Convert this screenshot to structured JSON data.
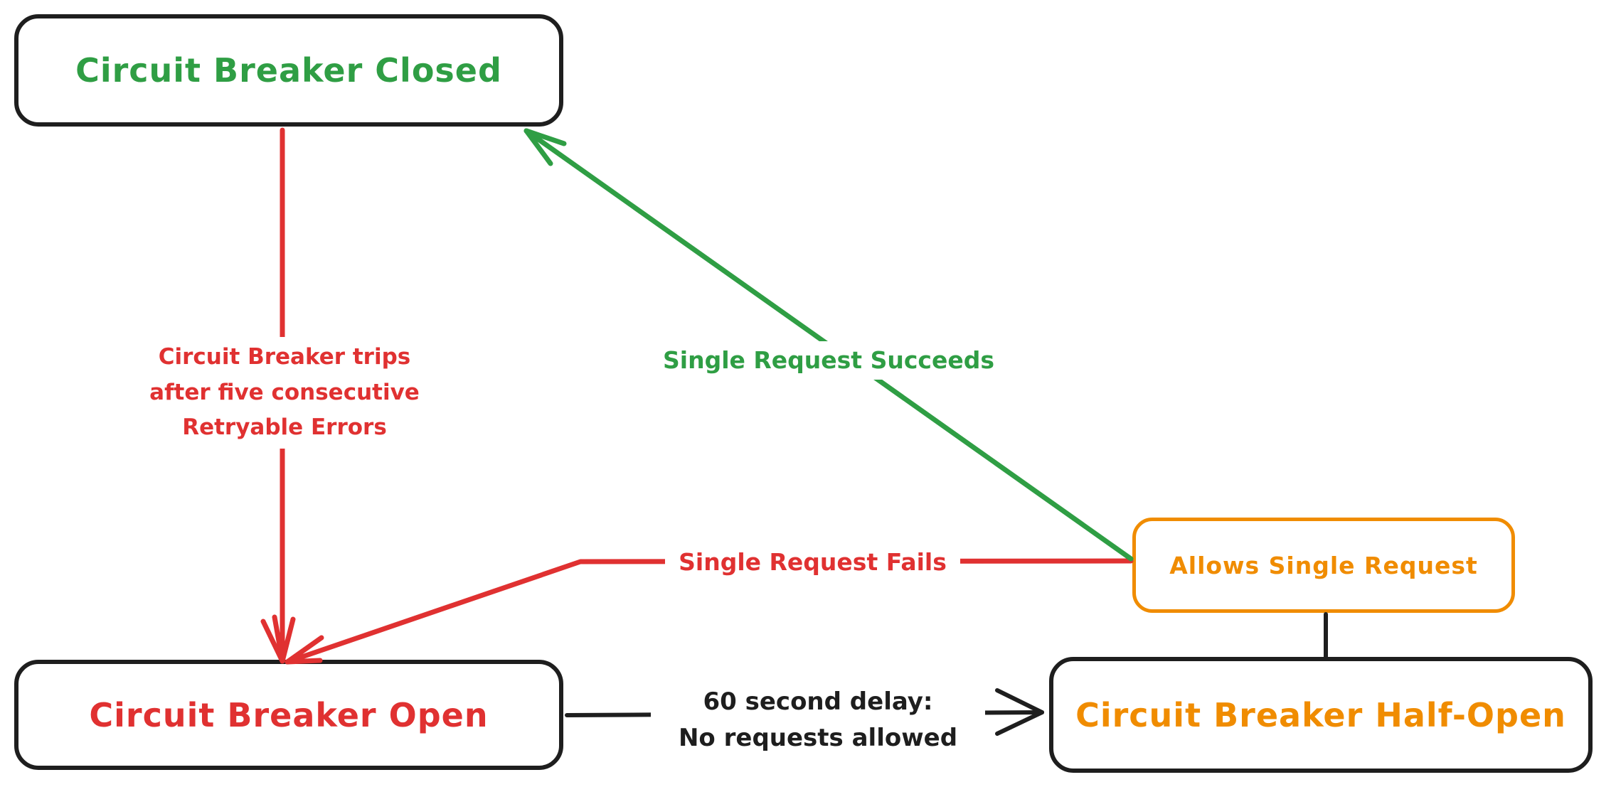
{
  "diagram": {
    "type": "state-diagram",
    "subject": "Circuit Breaker pattern states",
    "palette": {
      "green": "#2f9e44",
      "red": "#e03131",
      "orange": "#f08c00",
      "black": "#1e1e1e",
      "background": "#ffffff"
    },
    "nodes": {
      "closed": {
        "label": "Circuit Breaker Closed",
        "text_color": "#2f9e44",
        "border_color": "#1e1e1e"
      },
      "open": {
        "label": "Circuit Breaker Open",
        "text_color": "#e03131",
        "border_color": "#1e1e1e"
      },
      "half_open": {
        "label": "Circuit Breaker Half-Open",
        "text_color": "#f08c00",
        "border_color": "#1e1e1e"
      },
      "allows": {
        "label": "Allows Single Request",
        "text_color": "#f08c00",
        "border_color": "#f08c00"
      }
    },
    "edges": {
      "trips": {
        "from": "closed",
        "to": "open",
        "label": "Circuit Breaker trips\nafter five consecutive\nRetryable Errors",
        "color": "#e03131"
      },
      "fails": {
        "from": "allows",
        "to": "open",
        "label": "Single Request Fails",
        "color": "#e03131"
      },
      "succeeds": {
        "from": "allows",
        "to": "closed",
        "label": "Single Request Succeeds",
        "color": "#2f9e44"
      },
      "delay": {
        "from": "open",
        "to": "half_open",
        "label": "60 second delay:\nNo requests allowed",
        "color": "#1e1e1e"
      },
      "connector": {
        "from": "allows",
        "to": "half_open",
        "label": "",
        "color": "#1e1e1e"
      }
    }
  }
}
